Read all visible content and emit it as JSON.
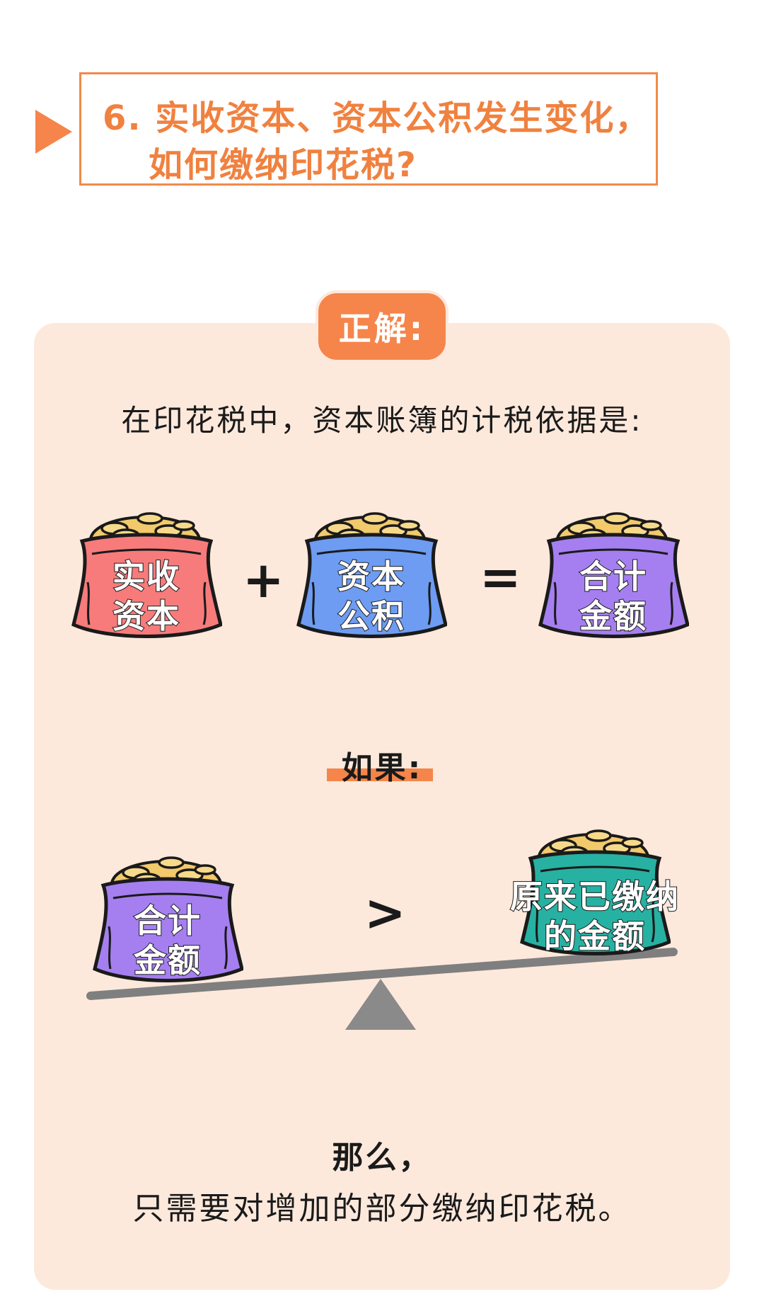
{
  "header": {
    "title_line_1": "6. 实收资本、资本公积发生变化，",
    "title_line_2": "如何缴纳印花税?",
    "accent_color": "#f0813f"
  },
  "answer": {
    "badge": "正解:",
    "intro": "在印花税中，资本账簿的计税依据是:"
  },
  "equation": {
    "bag1": {
      "line1": "实收",
      "line2": "资本",
      "color": "#f77b7b"
    },
    "plus": "+",
    "bag2": {
      "line1": "资本",
      "line2": "公积",
      "color": "#6d9cf2"
    },
    "equals": "=",
    "bag3": {
      "line1": "合计",
      "line2": "金额",
      "color": "#a57ff0"
    }
  },
  "condition": {
    "label": "如果:",
    "left_bag": {
      "line1": "合计",
      "line2": "金额",
      "color": "#a57ff0"
    },
    "greater": ">",
    "right_bag": {
      "line1": "原来已缴纳",
      "line2": "的金额",
      "color": "#27b1a2"
    }
  },
  "conclusion": {
    "line1": "那么，",
    "line2": "只需要对增加的部分缴纳印花税。"
  }
}
